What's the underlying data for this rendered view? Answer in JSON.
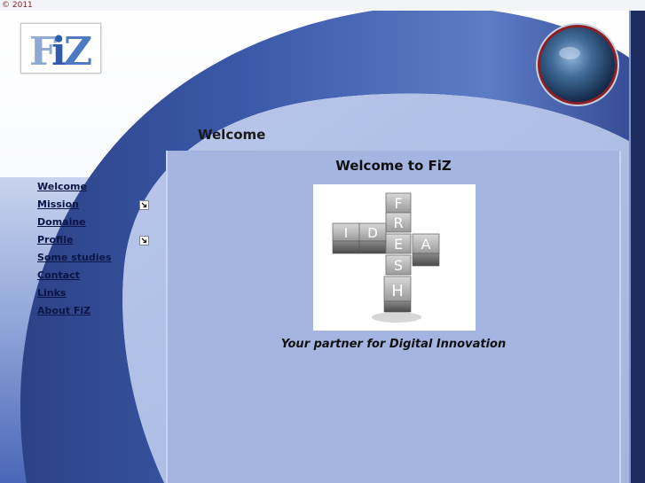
{
  "copyright": "© 2011",
  "logo": {
    "icon": "fiz-logo",
    "text": "FiZ"
  },
  "page_title": "Welcome",
  "content": {
    "title": "Welcome to FiZ",
    "hero_icon": "idea-fresh-cubes-image",
    "hero_tiles": {
      "fresh": [
        "F",
        "R",
        "E",
        "S",
        "H"
      ],
      "idea": [
        "I",
        "D",
        "E",
        "A"
      ]
    },
    "tagline": "Your partner for Digital Innovation"
  },
  "nav": {
    "items": [
      {
        "label": "Welcome",
        "has_submenu": false
      },
      {
        "label": "Mission",
        "has_submenu": true
      },
      {
        "label": "Domaine",
        "has_submenu": false
      },
      {
        "label": "Profile",
        "has_submenu": true
      },
      {
        "label": "Some studies",
        "has_submenu": false
      },
      {
        "label": "Contact",
        "has_submenu": false
      },
      {
        "label": "Links",
        "has_submenu": false
      },
      {
        "label": "About FiZ",
        "has_submenu": false
      }
    ]
  },
  "colors": {
    "swoosh_dark": "#2a3f7e",
    "swoosh_light": "#4f6fbf",
    "panel": "#a3b5e0",
    "nav_text": "#0b1546",
    "orb_ring": "#8a1f24"
  }
}
